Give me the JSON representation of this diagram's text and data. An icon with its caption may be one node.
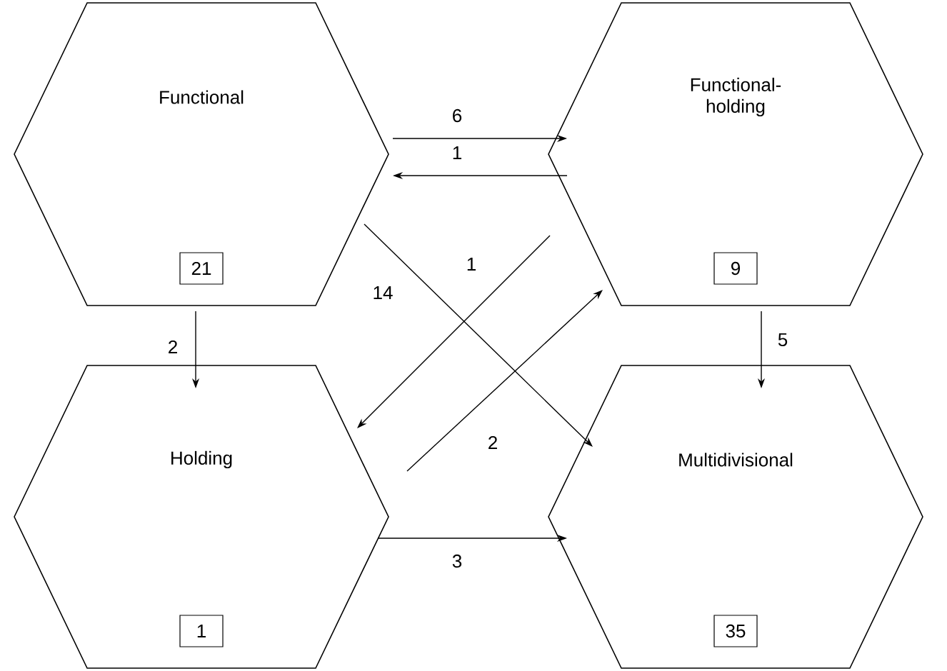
{
  "diagram": {
    "nodes": [
      {
        "text": [
          "Functional",
          "21"
        ]
      },
      {
        "text": [
          "Functional-holding",
          "9"
        ]
      },
      {
        "text": [
          "Holding",
          "1"
        ]
      },
      {
        "text": [
          "Multidivisional",
          "35"
        ]
      }
    ],
    "edges": [
      {
        "from": 0,
        "to": 1,
        "arrow": "to",
        "label": "6"
      },
      {
        "from": 1,
        "to": 0,
        "arrow": "to",
        "label": "1"
      },
      {
        "from": 0,
        "to": 2,
        "arrow": "to",
        "label": "2"
      },
      {
        "from": 1,
        "to": 3,
        "arrow": "to",
        "label": "5"
      },
      {
        "from": 0,
        "to": 3,
        "arrow": "to",
        "label": "14"
      },
      {
        "from": 1,
        "to": 2,
        "arrow": "to",
        "label": "1"
      },
      {
        "from": 2,
        "to": 1,
        "arrow": "to",
        "label": "2"
      },
      {
        "from": 2,
        "to": 3,
        "arrow": "to",
        "label": "3"
      }
    ]
  }
}
